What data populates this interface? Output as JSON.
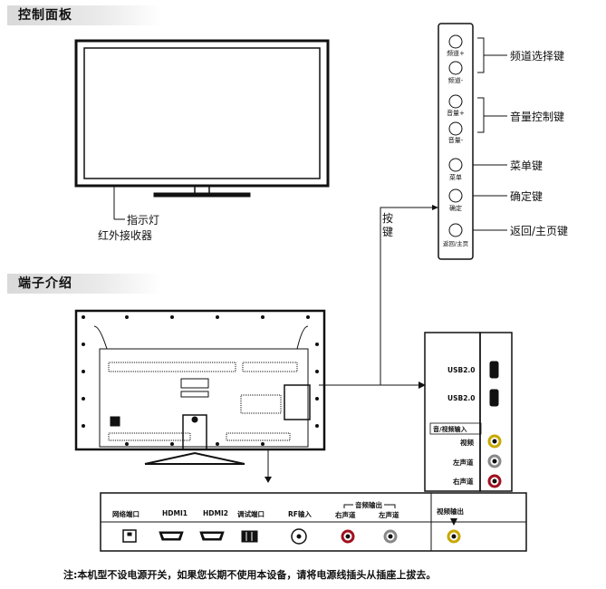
{
  "sections": {
    "control_panel": "控制面板",
    "terminals": "端子介绍"
  },
  "front": {
    "indicator": "指示灯",
    "ir_receiver": "红外接收器"
  },
  "buttons_label": "按键",
  "panel_buttons": [
    "频道+",
    "频道-",
    "音量+",
    "音量-",
    "菜单",
    "确定",
    "返回/主页"
  ],
  "callouts": {
    "channel": "频道选择键",
    "volume": "音量控制键",
    "menu": "菜单键",
    "ok": "确定键",
    "back": "返回/主页键"
  },
  "side_ports": {
    "usb1": "USB2.0",
    "usb2": "USB2.0",
    "av_in": "音/视频输入",
    "video": "视频",
    "left": "左声道",
    "right": "右声道"
  },
  "bottom_ports": {
    "network": "网络端口",
    "hdmi1": "HDMI1",
    "hdmi2": "HDMI2",
    "debug": "调试端口",
    "rf": "RF输入",
    "audio_out": "音频输出",
    "right": "右声道",
    "left": "左声道",
    "video_out": "视频输出"
  },
  "note": "注:本机型不设电源开关，如果您长期不使用本设备，请将电源线插头从插座上拔去。"
}
